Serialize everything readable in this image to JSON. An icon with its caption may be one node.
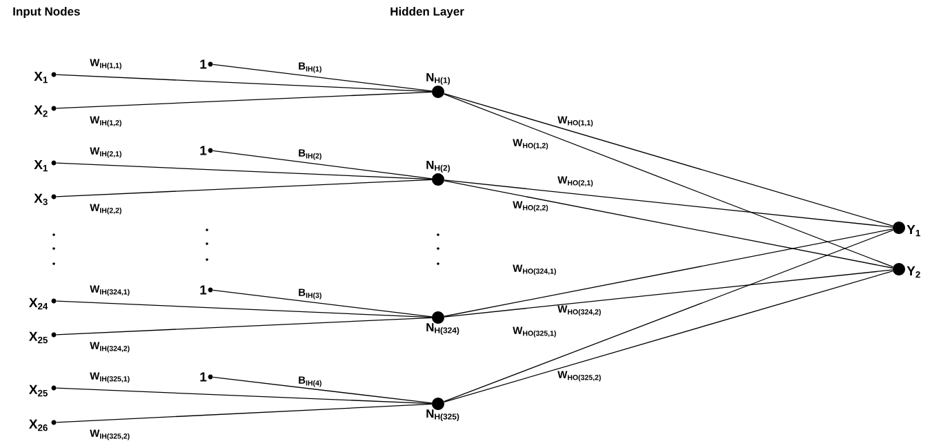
{
  "diagram": {
    "nodes": [
      {
        "text": [
          "X$_{1}$"
        ]
      },
      {
        "text": [
          "X$_{2}$"
        ]
      },
      {
        "text": [
          "1"
        ]
      },
      {
        "text": [
          "N$_{H(1)}$"
        ]
      },
      {
        "text": [
          "X$_{1}$"
        ]
      },
      {
        "text": [
          "X$_{3}$"
        ]
      },
      {
        "text": [
          "1"
        ]
      },
      {
        "text": [
          "N$_{H(2)}$"
        ]
      },
      {
        "text": [
          "X$_{24}$"
        ]
      },
      {
        "text": [
          "X$_{25}$"
        ]
      },
      {
        "text": [
          "1"
        ]
      },
      {
        "text": [
          "N$_{H(324)}$"
        ]
      },
      {
        "text": [
          "X$_{25}$"
        ]
      },
      {
        "text": [
          "X$_{26}$"
        ]
      },
      {
        "text": [
          "1"
        ]
      },
      {
        "text": [
          "N$_{H(325)}$"
        ]
      },
      {
        "text": [
          "Y$_{1}$"
        ]
      },
      {
        "text": [
          "Y$_{2}$"
        ]
      }
    ],
    "edges": [
      {
        "from": 0,
        "to": 3,
        "arrow": "none",
        "label": "W$_{IH(1,1)}$"
      },
      {
        "from": 1,
        "to": 3,
        "arrow": "none",
        "label": "W$_{IH(1,2)}$"
      },
      {
        "from": 2,
        "to": 3,
        "arrow": "none",
        "label": "B$_{IH(1)}$"
      },
      {
        "from": 4,
        "to": 7,
        "arrow": "none",
        "label": "W$_{IH(2,1)}$"
      },
      {
        "from": 5,
        "to": 7,
        "arrow": "none",
        "label": "W$_{IH(2,2)}$"
      },
      {
        "from": 6,
        "to": 7,
        "arrow": "none",
        "label": "B$_{IH(2)}$"
      },
      {
        "from": 8,
        "to": 11,
        "arrow": "none",
        "label": "W$_{IH(324,1)}$"
      },
      {
        "from": 9,
        "to": 11,
        "arrow": "none",
        "label": "W$_{IH(324,2)}$"
      },
      {
        "from": 10,
        "to": 11,
        "arrow": "none",
        "label": "B$_{IH(3)}$"
      },
      {
        "from": 12,
        "to": 15,
        "arrow": "none",
        "label": "W$_{IH(325,1)}$"
      },
      {
        "from": 13,
        "to": 15,
        "arrow": "none",
        "label": "W$_{IH(325,2)}$"
      },
      {
        "from": 14,
        "to": 15,
        "arrow": "none",
        "label": "B$_{IH(4)}$"
      },
      {
        "from": 3,
        "to": 16,
        "arrow": "none",
        "label": "W$_{HO(1,1)}$"
      },
      {
        "from": 3,
        "to": 17,
        "arrow": "none",
        "label": "W$_{HO(1,2)}$"
      },
      {
        "from": 7,
        "to": 16,
        "arrow": "none",
        "label": "W$_{HO(2,1)}$"
      },
      {
        "from": 7,
        "to": 17,
        "arrow": "none",
        "label": "W$_{HO(2,2)}$"
      },
      {
        "from": 11,
        "to": 16,
        "arrow": "none",
        "label": "W$_{HO(324,1)}$"
      },
      {
        "from": 11,
        "to": 17,
        "arrow": "none",
        "label": "W$_{HO(324,2)}$"
      },
      {
        "from": 15,
        "to": 16,
        "arrow": "none",
        "label": "W$_{HO(325,1)}$"
      },
      {
        "from": 15,
        "to": 17,
        "arrow": "none",
        "label": "W$_{HO(325,2)}$"
      }
    ],
    "labels": [
      "Input Nodes",
      "Hidden Layer"
    ]
  }
}
